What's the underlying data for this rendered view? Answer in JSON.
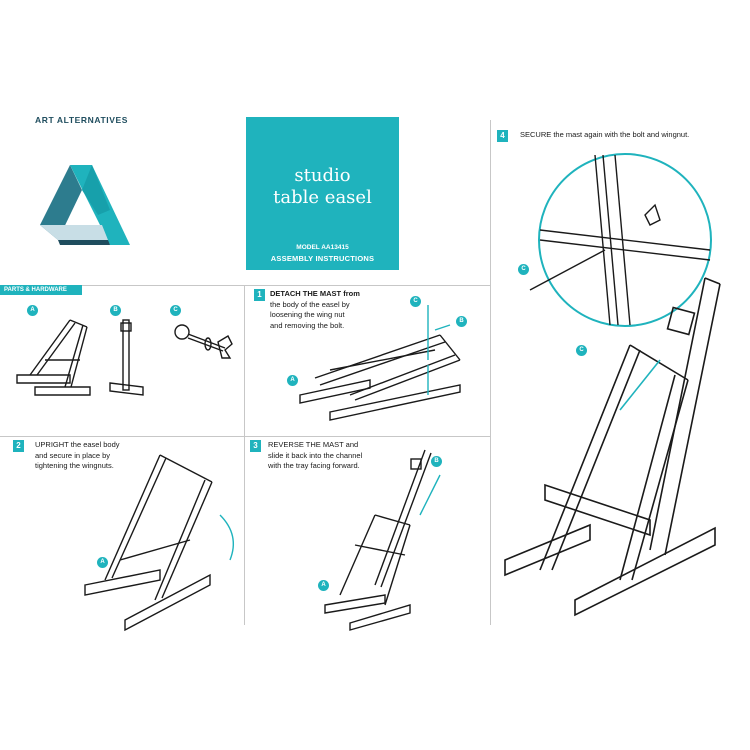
{
  "brand": {
    "name": "ART ALTERNATIVES"
  },
  "title_box": {
    "line1": "studio",
    "line2": "table easel",
    "model": "MODEL AA13415",
    "assembly": "ASSEMBLY INSTRUCTIONS"
  },
  "parts": {
    "label": "PARTS & HARDWARE",
    "items": [
      "A",
      "B",
      "C"
    ]
  },
  "steps": [
    {
      "number": "1",
      "bold": "DETACH THE MAST",
      "text": " from the body of the easel by loosening the wing nut and removing the bolt.",
      "lines": [
        "DETACH THE MAST from",
        "the body of the easel by",
        "loosening the wing nut",
        "and removing the bolt."
      ],
      "badges": [
        "C",
        "B",
        "A"
      ]
    },
    {
      "number": "2",
      "bold": "UPRIGHT",
      "lines": [
        "UPRIGHT the easel body",
        "and secure in place by",
        "tightening the wingnuts."
      ],
      "badges": [
        "A"
      ]
    },
    {
      "number": "3",
      "bold": "REVERSE THE MAST",
      "lines": [
        "REVERSE THE MAST and",
        "slide it back into the channel",
        "with the tray facing forward."
      ],
      "badges": [
        "B",
        "A"
      ]
    },
    {
      "number": "4",
      "bold": "SECURE",
      "lines": [
        "SECURE the mast again with the bolt and wingnut."
      ],
      "badges": [
        "C",
        "C"
      ]
    }
  ],
  "colors": {
    "accent": "#1fb3bd",
    "brand_dark": "#1f4d5e",
    "divider": "#c7c7c7"
  }
}
